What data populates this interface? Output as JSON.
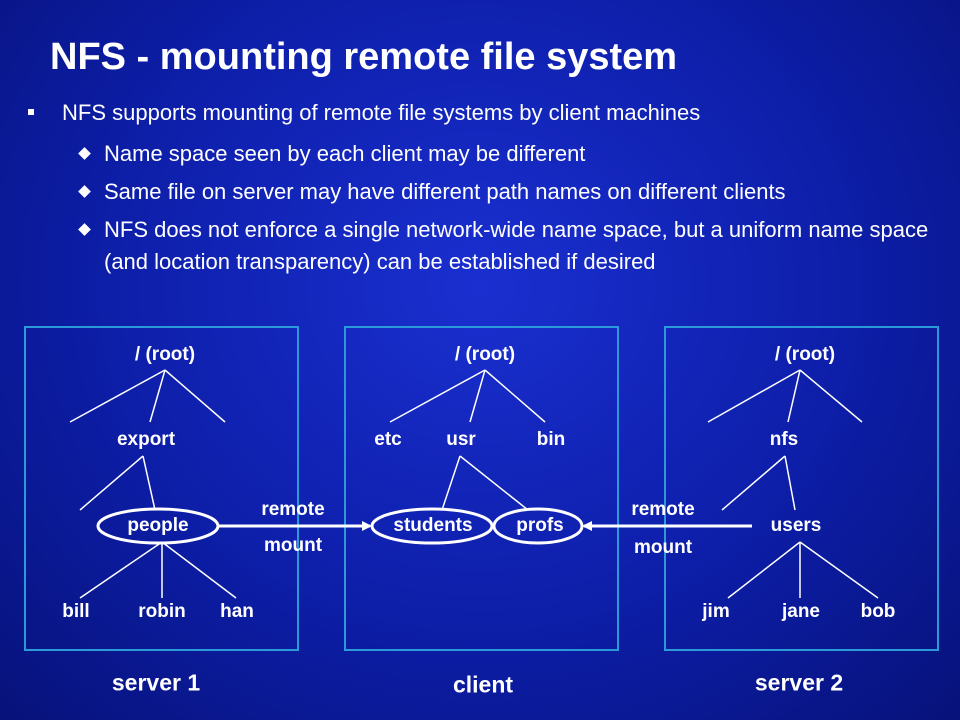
{
  "title": "NFS - mounting remote file system",
  "bullets": {
    "main": "NFS supports mounting of remote file systems by client machines",
    "subs": [
      "Name space seen by each client may be different",
      "Same file on server may have different path names on different clients",
      "NFS does not enforce a single network-wide name space, but a uniform name space (and location transparency) can be established if desired"
    ]
  },
  "diagram": {
    "server1": {
      "caption": "server 1",
      "root": "/ (root)",
      "export": "export",
      "people": "people",
      "leaves": [
        "bill",
        "robin",
        "han"
      ]
    },
    "client": {
      "caption": "client",
      "root": "/ (root)",
      "dirs": [
        "etc",
        "usr",
        "bin"
      ],
      "students": "students",
      "profs": "profs"
    },
    "server2": {
      "caption": "server 2",
      "root": "/ (root)",
      "nfs": "nfs",
      "users": "users",
      "leaves": [
        "jim",
        "jane",
        "bob"
      ]
    },
    "mount_left": {
      "line1": "remote",
      "line2": "mount"
    },
    "mount_right": {
      "line1": "remote",
      "line2": "mount"
    }
  }
}
